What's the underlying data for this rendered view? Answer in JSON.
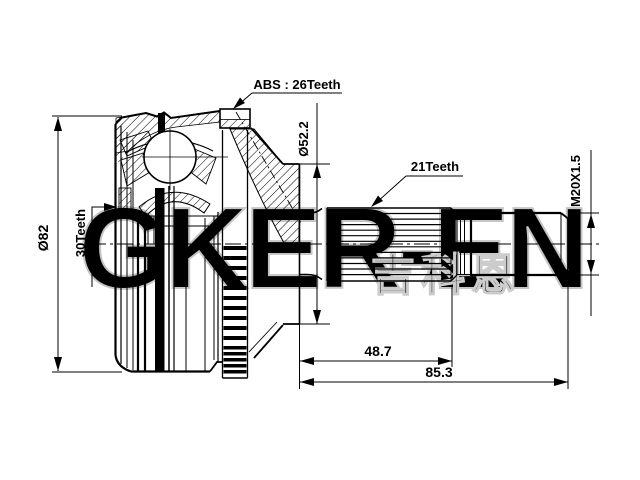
{
  "title": "CV joint outer race technical drawing",
  "watermark": {
    "latin": "GKER-EN",
    "cjk": "吉科恩",
    "color_fill": "#f0f0f0",
    "color_stroke": "#c6c6c6"
  },
  "drawing": {
    "line_color": "#000000",
    "background": "#ffffff"
  },
  "labels": {
    "abs_ring": "ABS : 26Teeth",
    "shaft_spline": "21Teeth",
    "thread": "M20X1.5",
    "flange_diameter": "Ø52.2",
    "outer_diameter": "Ø82",
    "hub_spline": "30Teeth",
    "spline_length": "48.7",
    "overall_length": "85.3"
  }
}
